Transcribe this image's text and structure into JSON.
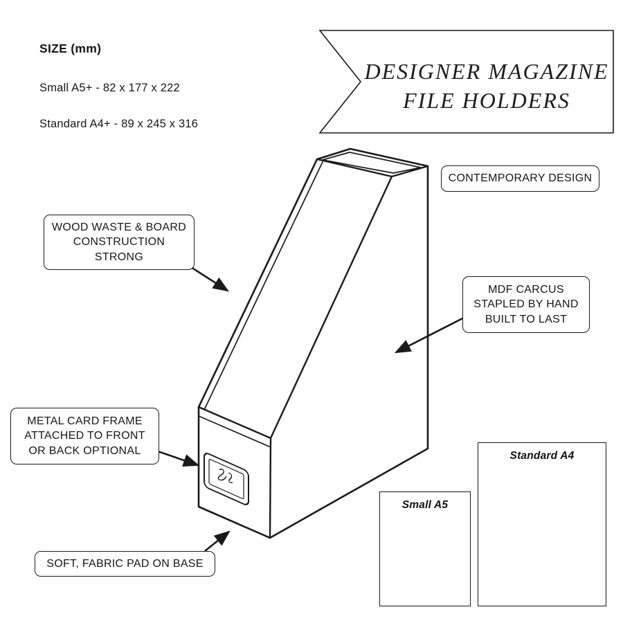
{
  "colors": {
    "background": "#ffffff",
    "ink": "#1a1a1a"
  },
  "size_info": {
    "heading": "SIZE (mm)",
    "lines": [
      "Small A5+ - 82 x 177 x 222",
      "Standard A4+ - 89 x 245 x 316"
    ]
  },
  "banner": {
    "line1": "DESIGNER MAGAZINE",
    "line2": "FILE HOLDERS"
  },
  "callouts": {
    "contemporary": {
      "lines": [
        "CONTEMPORARY DESIGN"
      ]
    },
    "wood": {
      "lines": [
        "WOOD WASTE & BOARD",
        "CONSTRUCTION",
        "STRONG"
      ]
    },
    "mdf": {
      "lines": [
        "MDF CARCUS",
        "STAPLED BY HAND",
        "BUILT TO LAST"
      ]
    },
    "metal_card": {
      "lines": [
        "METAL CARD FRAME",
        "ATTACHED TO FRONT",
        "OR BACK OPTIONAL"
      ]
    },
    "fabric_pad": {
      "lines": [
        "SOFT, FABRIC PAD ON BASE"
      ]
    }
  },
  "size_reference_boxes": {
    "small_label": "Small A5",
    "standard_label": "Standard A4"
  }
}
